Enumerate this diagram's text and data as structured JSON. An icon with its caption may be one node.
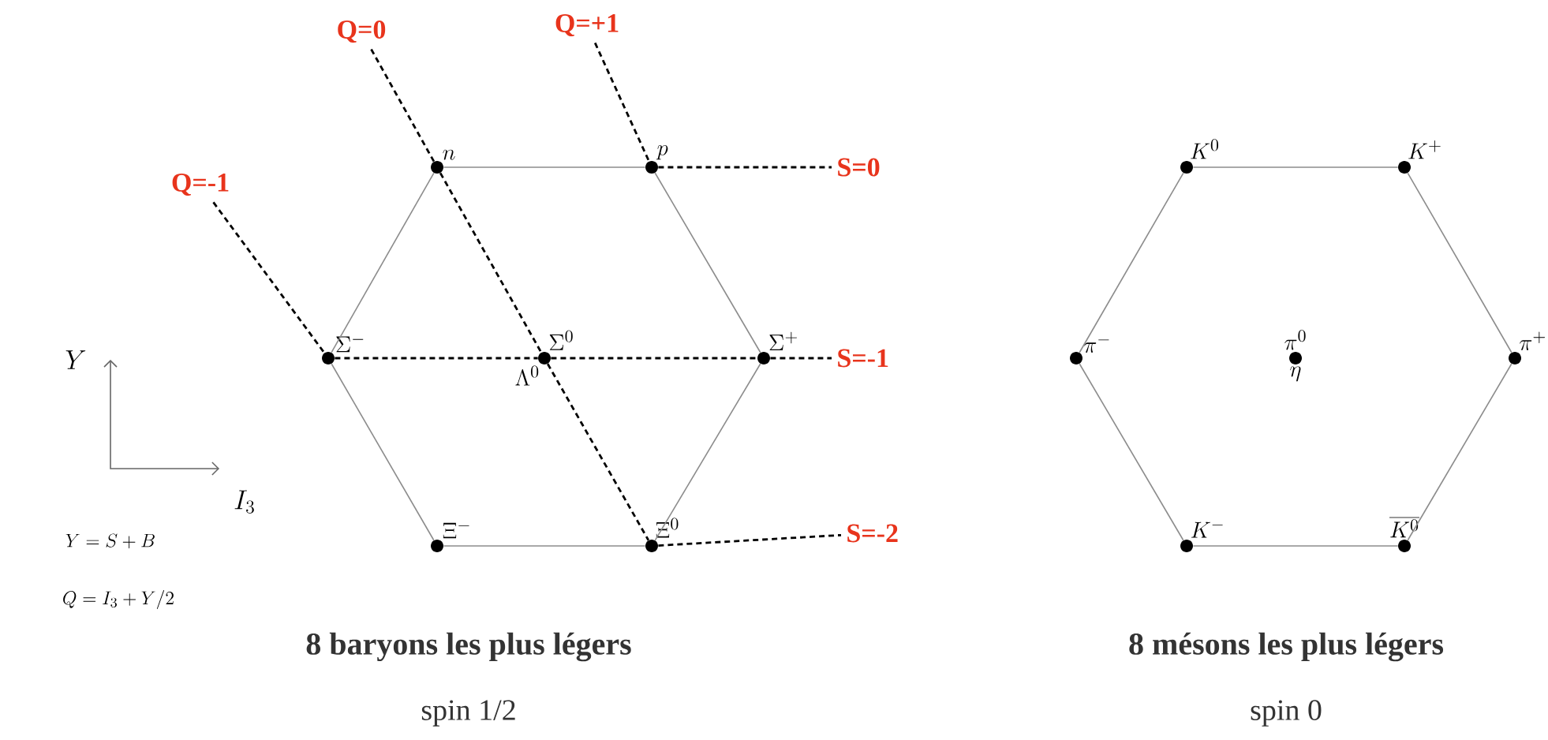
{
  "diagram": {
    "nodes": [
      {
        "text": [
          "Q=0"
        ]
      },
      {
        "text": [
          "Q=+1"
        ]
      },
      {
        "text": [
          "n"
        ]
      },
      {
        "text": [
          "p"
        ]
      },
      {
        "text": [
          "S=0"
        ]
      },
      {
        "text": [
          "Q=-1"
        ]
      },
      {
        "text": [
          "\\Sigma^-"
        ]
      },
      {
        "text": [
          "\\Sigma^0",
          "\\Lambda^0"
        ]
      },
      {
        "text": [
          "\\Sigma^+"
        ]
      },
      {
        "text": [
          "S=-1"
        ]
      },
      {
        "text": [
          "\\Xi^-"
        ]
      },
      {
        "text": [
          "\\Xi^0"
        ]
      },
      {
        "text": [
          "S=-2"
        ]
      },
      {
        "text": [
          "K^0"
        ]
      },
      {
        "text": [
          "K^+"
        ]
      },
      {
        "text": [
          "\\pi^-"
        ]
      },
      {
        "text": [
          "\\pi^0",
          "\\eta"
        ]
      },
      {
        "text": [
          "\\pi^+"
        ]
      },
      {
        "text": [
          "K^-"
        ]
      },
      {
        "text": [
          "\\overline{K^0}"
        ]
      }
    ],
    "edges": [
      {
        "from": 2,
        "to": 3,
        "arrow": "none"
      },
      {
        "from": 3,
        "to": 8,
        "arrow": "none"
      },
      {
        "from": 8,
        "to": 11,
        "arrow": "none"
      },
      {
        "from": 11,
        "to": 10,
        "arrow": "none"
      },
      {
        "from": 10,
        "to": 6,
        "arrow": "none"
      },
      {
        "from": 6,
        "to": 2,
        "arrow": "none"
      },
      {
        "from": 0,
        "to": 2,
        "arrow": "none",
        "style": "dashed",
        "color": "#000000"
      },
      {
        "from": 2,
        "to": 7,
        "arrow": "none",
        "style": "dashed",
        "color": "#000000"
      },
      {
        "from": 7,
        "to": 11,
        "arrow": "none",
        "style": "dashed",
        "color": "#000000"
      },
      {
        "from": 1,
        "to": 3,
        "arrow": "none",
        "style": "dashed",
        "color": "#000000"
      },
      {
        "from": 5,
        "to": 6,
        "arrow": "none",
        "style": "dashed",
        "color": "#000000"
      },
      {
        "from": 3,
        "to": 4,
        "arrow": "none",
        "style": "dashed",
        "color": "#000000"
      },
      {
        "from": 6,
        "to": 7,
        "arrow": "none",
        "style": "dashed",
        "color": "#000000"
      },
      {
        "from": 7,
        "to": 8,
        "arrow": "none",
        "style": "dashed",
        "color": "#000000"
      },
      {
        "from": 8,
        "to": 9,
        "arrow": "none",
        "style": "dashed",
        "color": "#000000"
      },
      {
        "from": 11,
        "to": 12,
        "arrow": "none",
        "style": "dashed",
        "color": "#000000"
      },
      {
        "from": 13,
        "to": 14,
        "arrow": "none"
      },
      {
        "from": 14,
        "to": 17,
        "arrow": "none"
      },
      {
        "from": 17,
        "to": 19,
        "arrow": "none"
      },
      {
        "from": 19,
        "to": 18,
        "arrow": "none"
      },
      {
        "from": 18,
        "to": 15,
        "arrow": "none"
      },
      {
        "from": 15,
        "to": 13,
        "arrow": "none"
      }
    ],
    "labels": [
      "Y",
      "I_3",
      "Y = S + B",
      "Q = I_3 + Y/2",
      "8 baryons les plus légers",
      "spin 1/2",
      "8 mésons les plus légers",
      "spin 0"
    ]
  }
}
